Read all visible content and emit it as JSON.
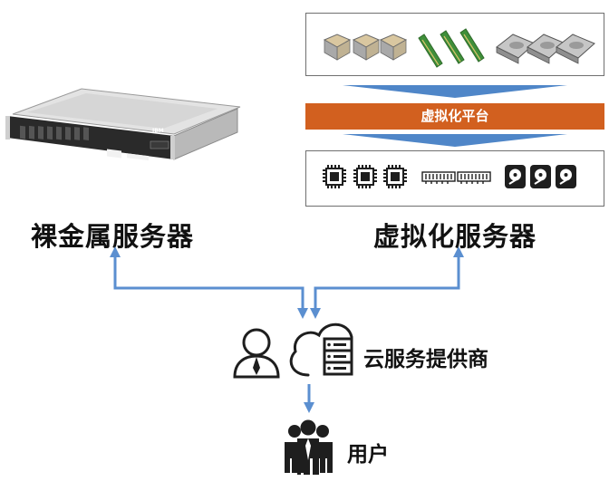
{
  "bare_metal_label": "裸金属服务器",
  "virtual_server_label": "虚拟化服务器",
  "platform_label": "虚拟化平台",
  "provider_label": "云服务提供商",
  "user_label": "用户",
  "server_badge": "IBM",
  "colors": {
    "arrow_blue": "#5b8fd0",
    "platform_orange": "#d2601f",
    "icon_dark": "#1e1e1e"
  }
}
